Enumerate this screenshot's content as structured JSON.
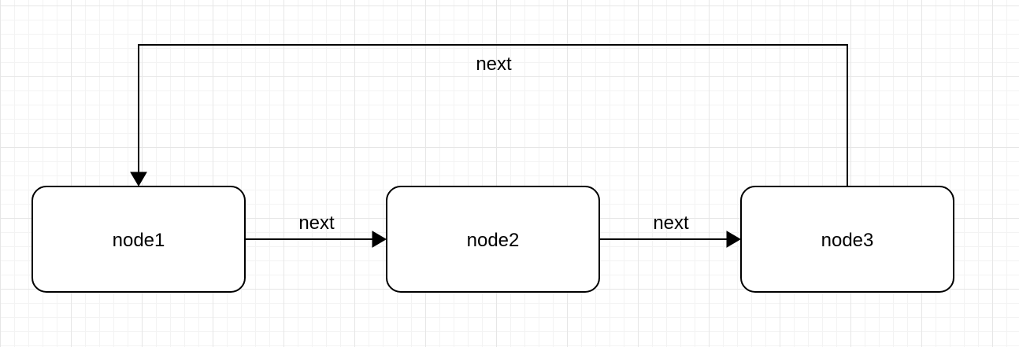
{
  "diagram": {
    "nodes": [
      {
        "id": "node1",
        "label": "node1"
      },
      {
        "id": "node2",
        "label": "node2"
      },
      {
        "id": "node3",
        "label": "node3"
      }
    ],
    "edges": [
      {
        "from": "node1",
        "to": "node2",
        "label": "next"
      },
      {
        "from": "node2",
        "to": "node3",
        "label": "next"
      },
      {
        "from": "node3",
        "to": "node1",
        "label": "next"
      }
    ]
  },
  "colors": {
    "stroke": "#000000",
    "fill": "#ffffff",
    "grid": "#e6e6e6"
  }
}
